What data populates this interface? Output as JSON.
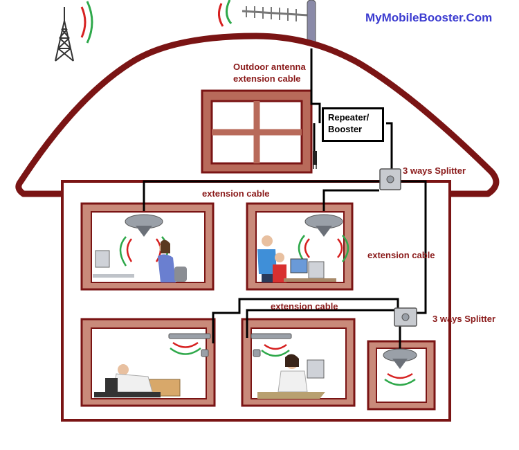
{
  "brand": "MyMobileBooster.Com",
  "labels": {
    "outdoor_antenna": "Outdoor antenna",
    "extension_cable_top": "extension cable",
    "booster": "Repeater/\nBooster",
    "splitter_top": "3 ways Splitter",
    "cable_floor1": "extension cable",
    "cable_right": "extension cable",
    "cable_floor2": "extension cable",
    "splitter_bottom": "3 ways Splitter"
  },
  "colors": {
    "wall": "#7a1414",
    "wall_fill": "#c98a7a",
    "cable": "#000000",
    "signal_red": "#d62020",
    "signal_green": "#2ea84a",
    "label": "#8a1a1a",
    "brand": "#3b3bd0"
  }
}
